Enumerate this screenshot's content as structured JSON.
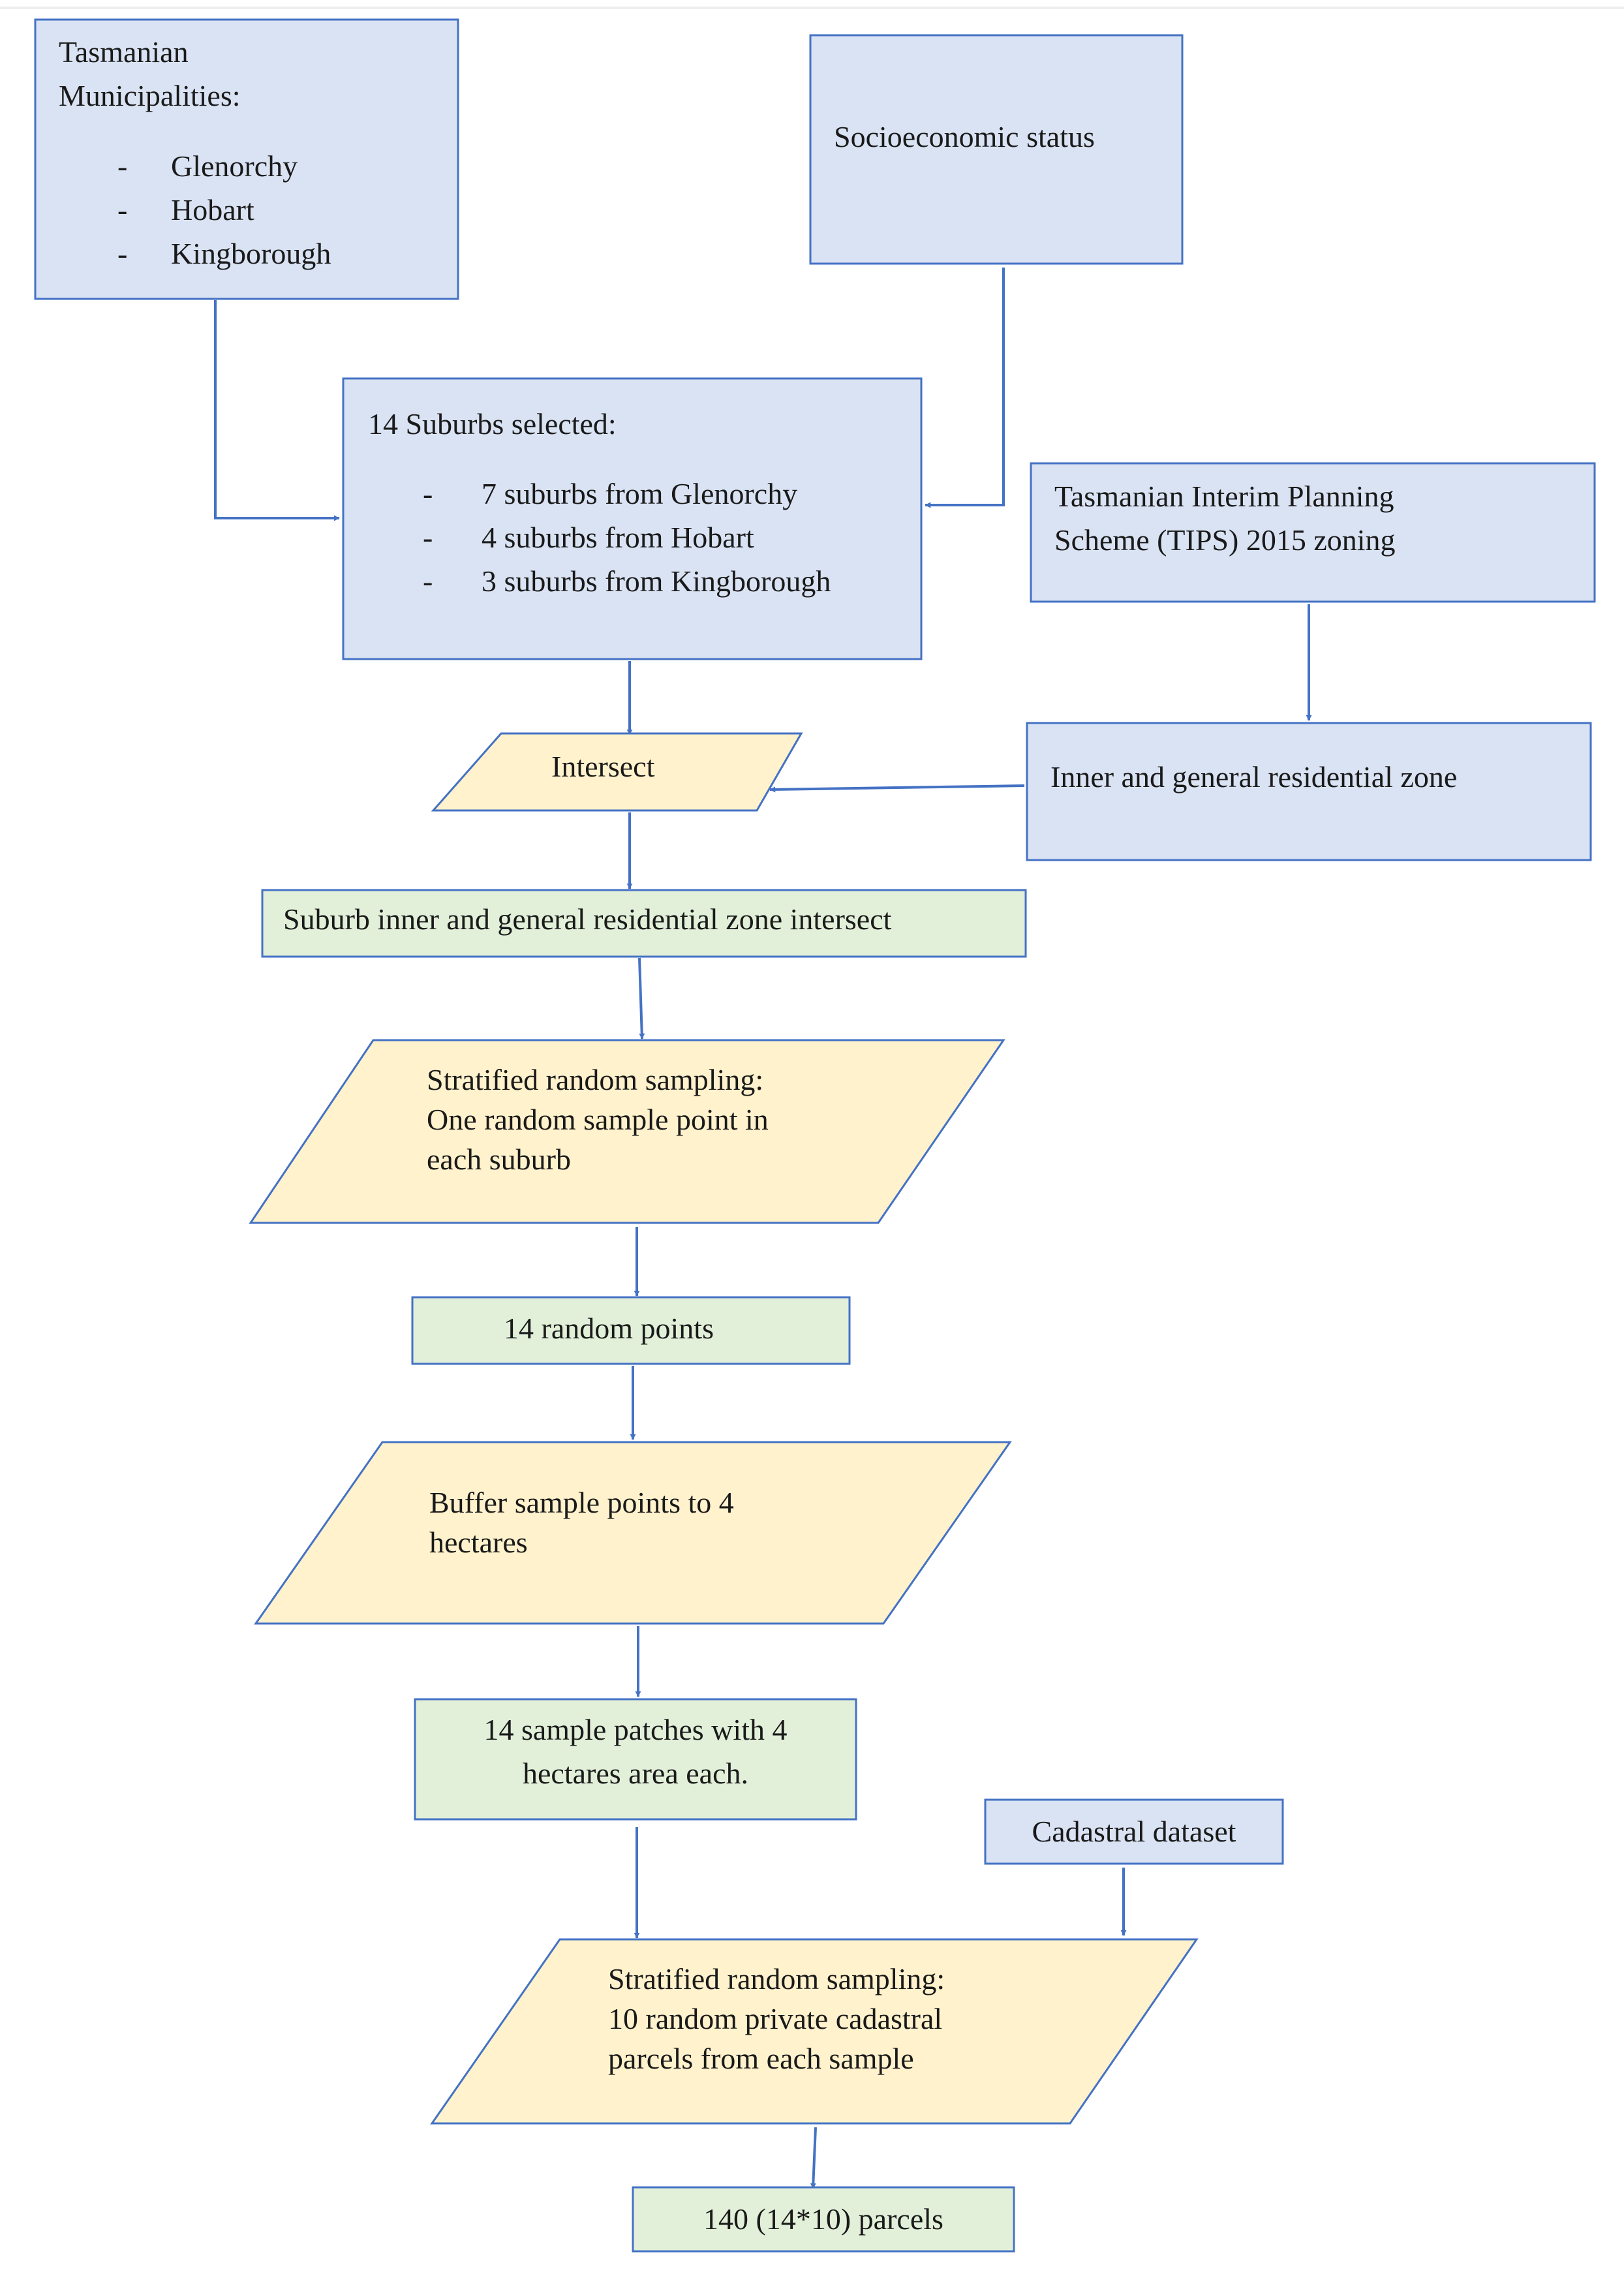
{
  "nodes": {
    "municipalities": {
      "title": [
        "Tasmanian",
        "Municipalities:"
      ],
      "items": [
        "Glenorchy",
        "Hobart",
        "Kingborough"
      ]
    },
    "socioeconomic": {
      "text": "Socioeconomic status"
    },
    "suburbs": {
      "title": "14 Suburbs selected:",
      "items": [
        "7 suburbs from Glenorchy",
        "4 suburbs from Hobart",
        "3 suburbs from Kingborough"
      ]
    },
    "tips": {
      "lines": [
        "Tasmanian Interim Planning",
        "Scheme (TIPS) 2015 zoning"
      ]
    },
    "intersect": {
      "text": "Intersect"
    },
    "residential_zone": {
      "text": "Inner and general residential zone"
    },
    "suburb_zone_intersect": {
      "text": "Suburb inner and general residential zone intersect"
    },
    "stratified_sampling_1": {
      "lines": [
        "Stratified random sampling:",
        "One random sample point in",
        "each suburb"
      ]
    },
    "random_points": {
      "text": "14 random points"
    },
    "buffer": {
      "lines": [
        "Buffer sample points to 4",
        "hectares"
      ]
    },
    "sample_patches": {
      "lines": [
        "14 sample patches with 4",
        "hectares area each."
      ]
    },
    "cadastral": {
      "text": "Cadastral dataset"
    },
    "stratified_sampling_2": {
      "lines": [
        "Stratified random sampling:",
        "10 random private cadastral",
        "parcels from each sample"
      ]
    },
    "parcels": {
      "text": "140 (14*10) parcels"
    }
  },
  "colors": {
    "blue_fill": "#dae3f3",
    "green_fill": "#e2f0d9",
    "yellow_fill": "#fff2cc",
    "stroke": "#4472c4",
    "text": "#1a1a1a"
  }
}
